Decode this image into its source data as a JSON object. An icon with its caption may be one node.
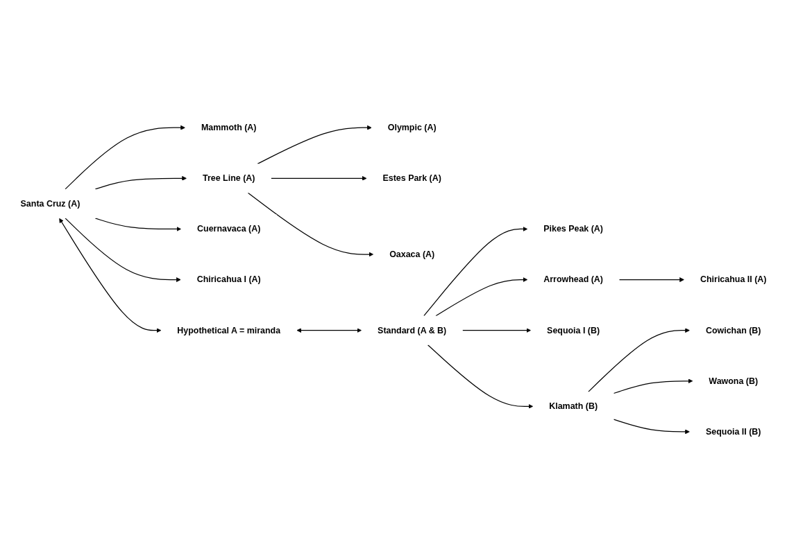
{
  "diagram": {
    "nodes": [
      {
        "text": [
          "Olympic (A)"
        ]
      },
      {
        "text": [
          "Estes Park (A)"
        ]
      },
      {
        "text": [
          "Oaxaca (A)"
        ]
      },
      {
        "text": [
          "Tree Line (A)"
        ]
      },
      {
        "text": [
          "Mammoth (A)"
        ]
      },
      {
        "text": [
          "Santa Cruz (A)"
        ]
      },
      {
        "text": [
          "Cuernavaca (A)"
        ]
      },
      {
        "text": [
          "Chiricahua I (A)"
        ]
      },
      {
        "text": [
          "Hypothetical A = miranda"
        ]
      },
      {
        "text": [
          "Pikes Peak (A)"
        ]
      },
      {
        "text": [
          "Standard (A & B)"
        ]
      },
      {
        "text": [
          "Arrowhead (A)"
        ]
      },
      {
        "text": [
          "Chiricahua II (A)"
        ]
      },
      {
        "text": [
          "Klamath (B)"
        ]
      },
      {
        "text": [
          "Sequoia I (B)"
        ]
      },
      {
        "text": [
          "Cowichan (B)"
        ]
      },
      {
        "text": [
          "Wawona (B)"
        ]
      },
      {
        "text": [
          "Sequoia II (B)"
        ]
      }
    ],
    "edges": [
      {
        "from": 3,
        "to": 0,
        "arrow": "to"
      },
      {
        "from": 3,
        "to": 1,
        "arrow": "to"
      },
      {
        "from": 3,
        "to": 2,
        "arrow": "to"
      },
      {
        "from": 5,
        "to": 3,
        "arrow": "to"
      },
      {
        "from": 5,
        "to": 4,
        "arrow": "to"
      },
      {
        "from": 5,
        "to": 6,
        "arrow": "to"
      },
      {
        "from": 5,
        "to": 7,
        "arrow": "to"
      },
      {
        "from": 5,
        "to": 8,
        "arrow": "both"
      },
      {
        "from": 8,
        "to": 10,
        "arrow": "both"
      },
      {
        "from": 10,
        "to": 9,
        "arrow": "to"
      },
      {
        "from": 10,
        "to": 11,
        "arrow": "to"
      },
      {
        "from": 11,
        "to": 12,
        "arrow": "to"
      },
      {
        "from": 10,
        "to": 13,
        "arrow": "to"
      },
      {
        "from": 10,
        "to": 14,
        "arrow": "to"
      },
      {
        "from": 13,
        "to": 15,
        "arrow": "to"
      },
      {
        "from": 13,
        "to": 16,
        "arrow": "to"
      },
      {
        "from": 13,
        "to": 17,
        "arrow": "to"
      }
    ]
  }
}
